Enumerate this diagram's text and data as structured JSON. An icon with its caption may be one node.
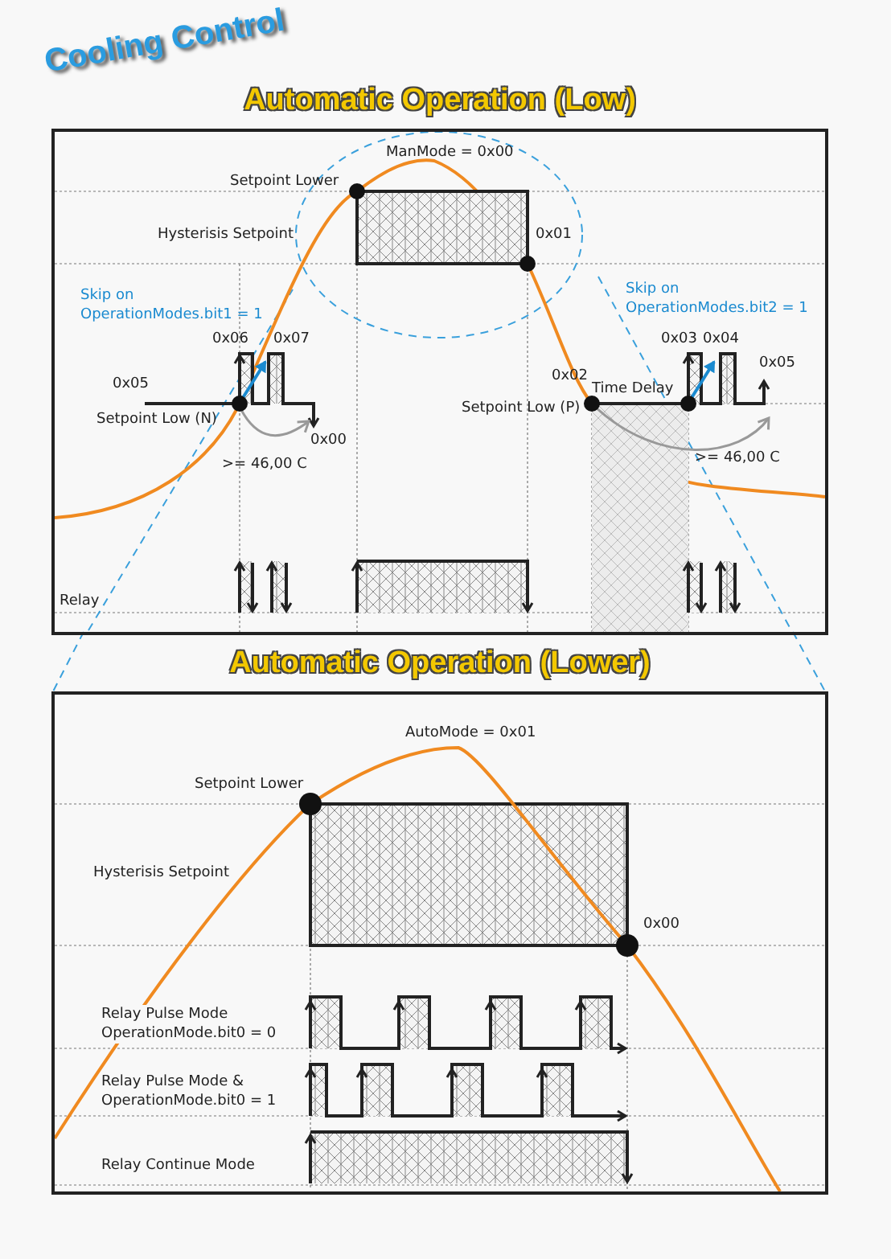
{
  "diagram": {
    "title": "Cooling Control",
    "nodes": [
      {
        "text": [
          "Automatic Operation (Low)"
        ]
      },
      {
        "text": [
          "Automatic Operation (Lower)"
        ]
      }
    ],
    "labels": [
      "ManMode = 0x00",
      "Setpoint Lower",
      "Hysterisis Setpoint",
      "0x01",
      "Skip on OperationModes.bit1 = 1",
      "Skip on OperationModes.bit2 = 1",
      "0x06",
      "0x07",
      "0x03",
      "0x04",
      "0x05",
      "0x05",
      "0x02",
      "Time Delay",
      "Setpoint Low (N)",
      "Setpoint Low (P)",
      "0x00",
      ">= 46,00 C",
      ">= 46,00 C",
      "Relay",
      "AutoMode = 0x01",
      "Setpoint Lower",
      "Hysterisis Setpoint",
      "0x00",
      "Relay Pulse Mode OperationMode.bit0 = 0",
      "Relay Pulse Mode & OperationMode.bit0 = 1",
      "Relay Continue Mode"
    ]
  }
}
